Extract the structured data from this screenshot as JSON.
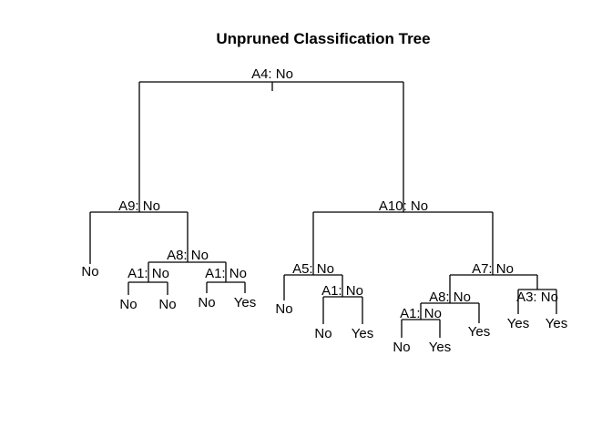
{
  "title": "Unpruned Classification Tree",
  "colors": {
    "background": "#ffffff",
    "ink": "#000000"
  },
  "splits": {
    "root": "A4: No",
    "left": "A9: No",
    "left_right": "A8: No",
    "left_right_left": "A1: No",
    "left_right_right": "A1: No",
    "right": "A10: No",
    "right_left": "A5: No",
    "right_left_right": "A1: No",
    "right_right": "A7: No",
    "right_right_left": "A8: No",
    "right_right_left_left": "A1: No",
    "right_right_right": "A3: No"
  },
  "leaves": {
    "l1": "No",
    "l2": "No",
    "l3": "No",
    "l4": "No",
    "l5": "Yes",
    "l6": "No",
    "l7": "No",
    "l8": "Yes",
    "l9": "No",
    "l10": "Yes",
    "l11": "Yes",
    "l12": "Yes",
    "l13": "Yes"
  }
}
